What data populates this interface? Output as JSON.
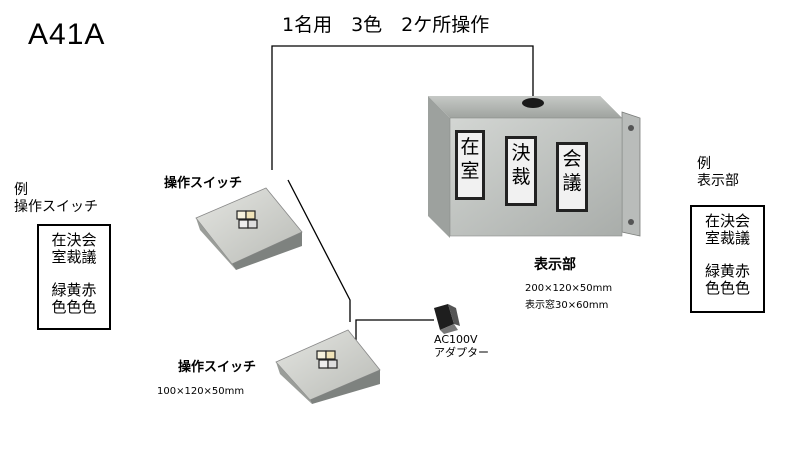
{
  "model": "A41A",
  "heading": "1名用　3色　2ケ所操作",
  "display": {
    "windows": [
      "在室",
      "決裁",
      "会議"
    ],
    "label": "表示部",
    "size": "200×120×50mm",
    "window_size": "表示窓30×60mm"
  },
  "switch_top": {
    "label": "操作スイッチ"
  },
  "switch_bottom": {
    "label": "操作スイッチ",
    "size": "100×120×50mm"
  },
  "adapter": {
    "line1": "AC100V",
    "line2": "アダプター"
  },
  "example_left": {
    "title1": "例",
    "title2": "操作スイッチ",
    "rows_top": [
      "在決会",
      "室裁議"
    ],
    "rows_bottom": [
      "緑黄赤",
      "色色色"
    ]
  },
  "example_right": {
    "title1": "例",
    "title2": "表示部",
    "rows_top": [
      "在決会",
      "室裁議"
    ],
    "rows_bottom": [
      "緑黄赤",
      "色色色"
    ]
  }
}
